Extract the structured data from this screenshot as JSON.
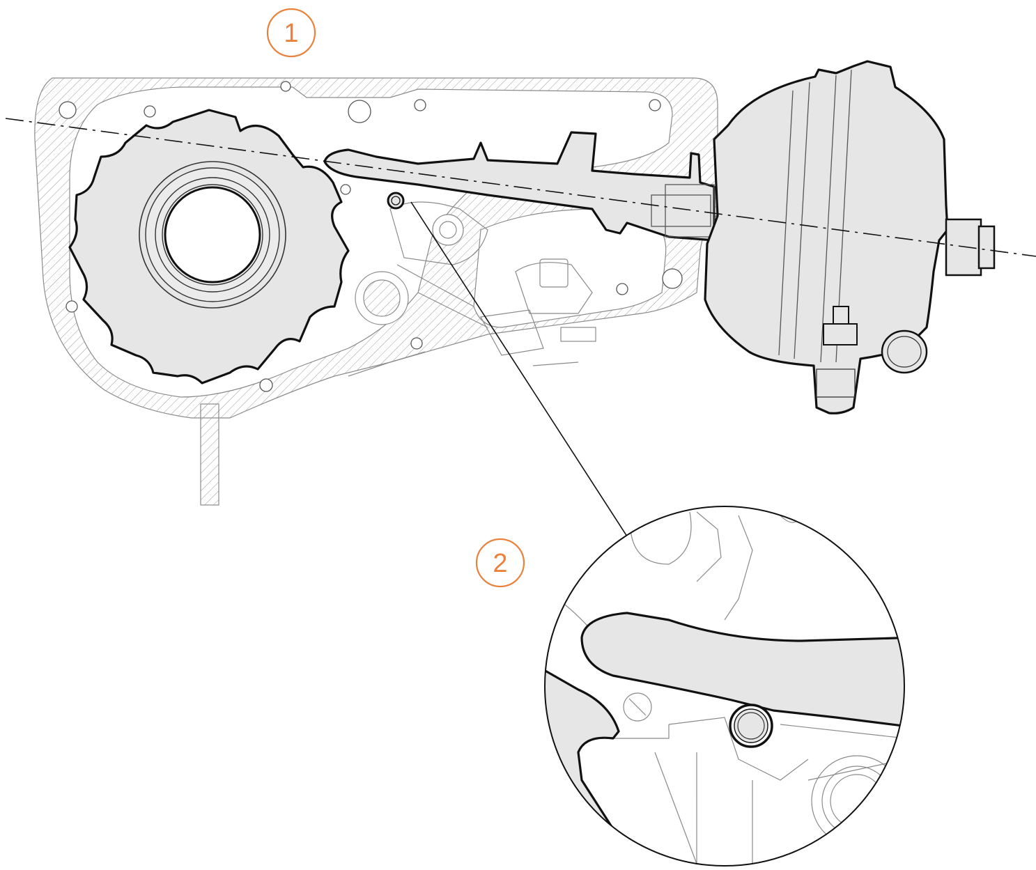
{
  "callouts": [
    {
      "id": "1",
      "label": "1"
    },
    {
      "id": "2",
      "label": "2"
    }
  ],
  "colors": {
    "callout": "#e8823c",
    "part_fill": "#e6e6e7",
    "outline": "#111111",
    "hatch": "#9a9a9a"
  },
  "icons": {
    "callout_1": "numbered-circle-icon",
    "callout_2": "numbered-circle-icon",
    "detail": "magnifier-detail-circle"
  }
}
